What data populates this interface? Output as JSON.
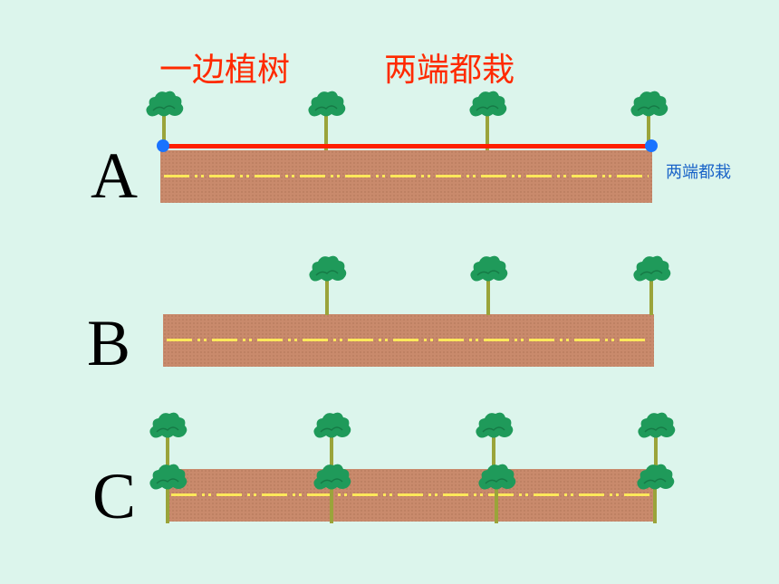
{
  "titles": {
    "left": "一边植树",
    "right": "两端都栽"
  },
  "rows": [
    {
      "letter": "A"
    },
    {
      "letter": "B"
    },
    {
      "letter": "C"
    }
  ],
  "annotation": {
    "side_label": "两端都栽"
  },
  "colors": {
    "background": "#dcf5ec",
    "title": "#ff2a00",
    "road": "#c98a6c",
    "dash": "#ffe85a",
    "measure_line": "#ff1e00",
    "endpoint": "#1a73ff",
    "side_label": "#1a64c8",
    "tree_crown": "#1f9a5a",
    "tree_trunk": "#9aa43a"
  },
  "icons": {
    "tree": "tree-icon",
    "endpoint": "endpoint-dot"
  }
}
